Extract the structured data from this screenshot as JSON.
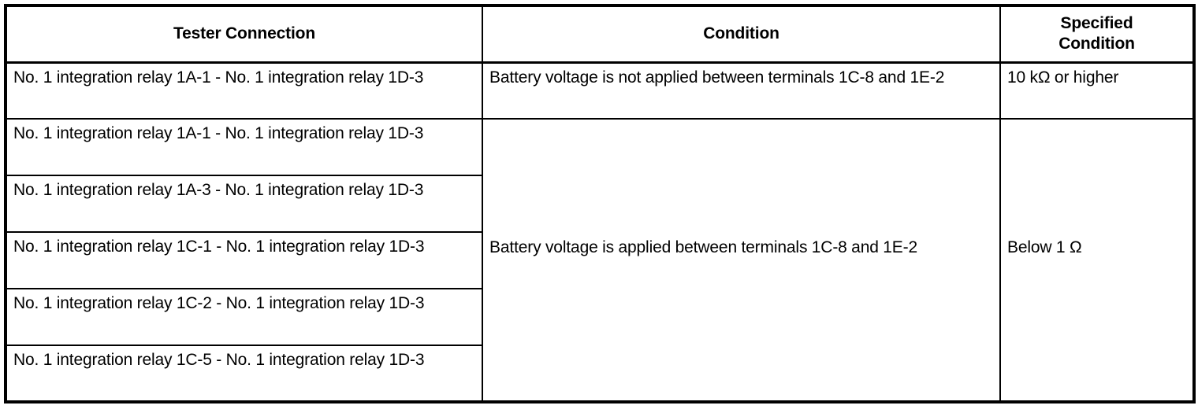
{
  "table": {
    "headers": {
      "tester_connection": "Tester Connection",
      "condition": "Condition",
      "specified_condition": "Specified\nCondition",
      "specified_condition_line1": "Specified",
      "specified_condition_line2": "Condition"
    },
    "rows": [
      {
        "tester_connection": "No. 1 integration relay 1A-1 - No. 1 integration relay 1D-3",
        "condition": "Battery voltage is not applied between terminals 1C-8 and 1E-2",
        "specified_condition": "10 kΩ or higher"
      },
      {
        "tester_connection": "No. 1 integration relay 1A-1 - No. 1 integration relay 1D-3",
        "condition": "Battery voltage is applied between terminals 1C-8 and 1E-2",
        "specified_condition": "Below 1 Ω"
      },
      {
        "tester_connection": "No. 1 integration relay 1A-3 - No. 1 integration relay 1D-3",
        "condition": "",
        "specified_condition": ""
      },
      {
        "tester_connection": "No. 1 integration relay 1C-1 - No. 1 integration relay 1D-3",
        "condition": "",
        "specified_condition": ""
      },
      {
        "tester_connection": "No. 1 integration relay 1C-2 - No. 1 integration relay 1D-3",
        "condition": "",
        "specified_condition": ""
      },
      {
        "tester_connection": "No. 1 integration relay 1C-5 - No. 1 integration relay 1D-3",
        "condition": "",
        "specified_condition": ""
      }
    ],
    "merged": {
      "condition_applied": "Battery voltage is applied between terminals 1C-8 and 1E-2",
      "specified_below_1_ohm": "Below 1 Ω"
    },
    "colors": {
      "border": "#000000",
      "text": "#000000",
      "background": "#ffffff"
    }
  }
}
